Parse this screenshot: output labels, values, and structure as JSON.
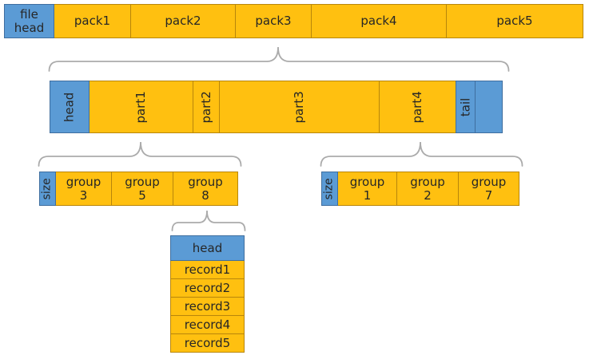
{
  "diagram": {
    "top_bar": {
      "segments": [
        {
          "label": "file\nhead"
        },
        {
          "label": "pack1"
        },
        {
          "label": "pack2"
        },
        {
          "label": "pack3"
        },
        {
          "label": "pack4"
        },
        {
          "label": "pack5"
        }
      ]
    },
    "pack3_detail_bar": {
      "segments": [
        {
          "label": "head"
        },
        {
          "label": "part1"
        },
        {
          "label": "part2"
        },
        {
          "label": "part3"
        },
        {
          "label": "part4"
        },
        {
          "label": "tail"
        },
        {
          "label": ""
        }
      ]
    },
    "part1_groups_bar": {
      "segments": [
        {
          "label": "size"
        },
        {
          "label": "group\n3"
        },
        {
          "label": "group\n5"
        },
        {
          "label": "group\n8"
        }
      ]
    },
    "part4_groups_bar": {
      "segments": [
        {
          "label": "size"
        },
        {
          "label": "group\n1"
        },
        {
          "label": "group\n2"
        },
        {
          "label": "group\n7"
        }
      ]
    },
    "group8_records_stack": {
      "segments": [
        {
          "label": "head"
        },
        {
          "label": "record1"
        },
        {
          "label": "record2"
        },
        {
          "label": "record3"
        },
        {
          "label": "record4"
        },
        {
          "label": "record5"
        }
      ]
    }
  },
  "colors": {
    "box_orange": "#FFC010",
    "box_blue": "#5B9BD5",
    "border_orange": "#B8860B",
    "border_blue": "#3F6E9F",
    "brace_gray": "#ABABAB",
    "text": "#262626"
  }
}
